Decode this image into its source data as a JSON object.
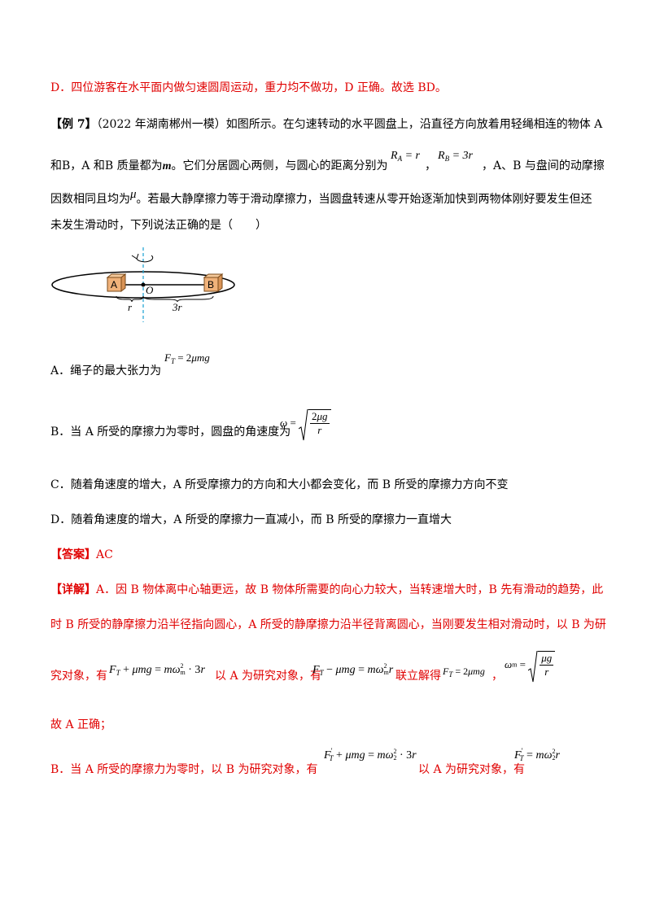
{
  "line_d_prev": "D．四位游客在水平面内做匀速圆周运动，重力均不做功，D 正确。故选 BD。",
  "example": {
    "tag": "【例 7】",
    "text1": "（2022 年湖南郴州一模）如图所示。在匀速转动的水平圆盘上，沿直径方向放着用轻绳相连的物体 A",
    "text2a": "和B，A 和B 质量都为",
    "text2m": "m",
    "text2b": "。它们分居圆心两侧，与圆心的距离分别为",
    "ra": "R",
    "ra_sub": "A",
    "ra_eq": " = r",
    "comma": "，",
    "rb": "R",
    "rb_sub": "B",
    "rb_eq": " = 3r",
    "text2c": "，A、B 与盘间的动摩擦",
    "text3a": "因数相同且均为",
    "mu": "μ",
    "text3b": "。若最大静摩擦力等于滑动摩擦力，当圆盘转速从零开始逐渐加快到两物体刚好要发生但还",
    "text4": "未发生滑动时，下列说法正确的是（　　）"
  },
  "figure": {
    "label_a": "A",
    "label_b": "B",
    "label_o": "O",
    "label_r": "r",
    "label_3r": "3r"
  },
  "options": {
    "a_text": "A．绳子的最大张力为",
    "a_formula": "F_T = 2μmg",
    "b_text": "B．当 A 所受的摩擦力为零时，圆盘的角速度为",
    "b_formula": "ω = √(2μg / r)",
    "c_text": "C．随着角速度的增大，A 所受摩擦力的方向和大小都会变化，而 B 所受的摩擦力方向不变",
    "d_text": "D．随着角速度的增大，A 所受的摩擦力一直减小，而 B 所受的摩擦力一直增大"
  },
  "answer": {
    "tag": "【答案】",
    "value": "AC"
  },
  "detail": {
    "tag": "【详解】",
    "line1": "A．因 B 物体离中心轴更远，故 B 物体所需要的向心力较大，当转速增大时，B 先有滑动的趋势，此",
    "line2": "时 B 所受的静摩擦力沿半径指向圆心，A 所受的静摩擦力沿半径背离圆心，当刚要发生相对滑动时，以 B 为研",
    "line3_a": "究对象，有",
    "line3_f1": "F_T + μmg = mω_m² · 3r",
    "line3_b": "以 A 为研究对象，有",
    "line3_f2": "F_T − μmg = mω_m² r",
    "line3_c": "联立解得",
    "line3_f3": "F_T = 2μmg",
    "line3_d": "，",
    "line3_f4": "ω_m = √(μg / r)",
    "line4": "故 A 正确；",
    "line5_a": "B．当 A 所受的摩擦力为零时，以 B 为研究对象，有",
    "line5_f1": "F_T′ + μmg = mω_2² · 3r",
    "line5_b": "以 A 为研究对象，有",
    "line5_f2": "F_T′ = mω_2² r"
  }
}
